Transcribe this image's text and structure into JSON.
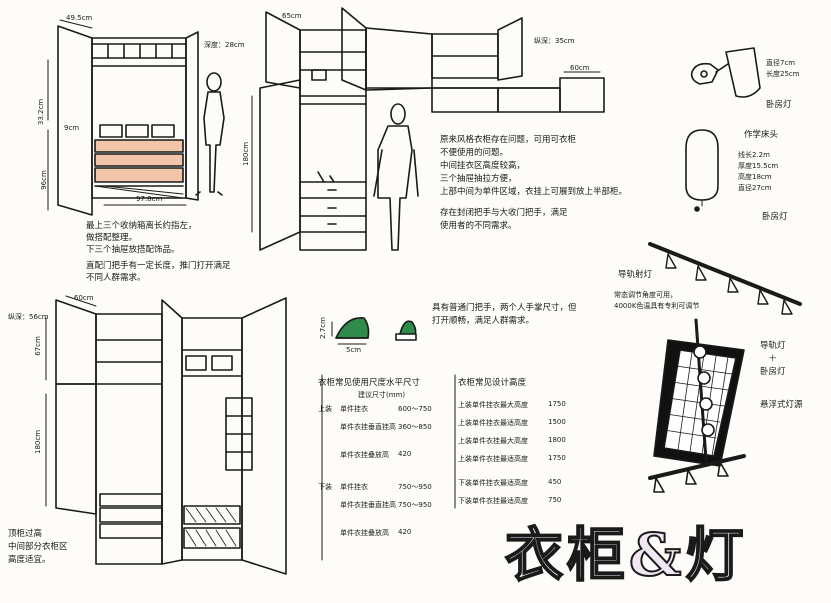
{
  "colors": {
    "ink": "#1a1a1a",
    "peach": "#f2c4a8",
    "green": "#2e8b4a",
    "lilac": "#f1e6f4",
    "paper": "#fdfcf8"
  },
  "wardrobe1": {
    "top_width": "49.5cm",
    "inner_width": "97.8cm",
    "depth": "深度：28cm",
    "dim_a": "33.2cm",
    "dim_b": "9cm",
    "dim_c": "96cm",
    "notes": [
      "最上三个收纳箱离长约指左，",
      "做搭配整理。",
      "下三个抽屉放搭配饰品。",
      "直配门把手有一定长度，推门打开满足",
      "不同人群需求。"
    ]
  },
  "wardrobe2": {
    "top_width": "65cm",
    "right_width": "60cm",
    "depth": "纵深：35cm",
    "height": "180cm",
    "notes": [
      "原来风格衣柜存在问题，可用可衣柜",
      "不便使用的问题。",
      "中间挂衣区高度较高，",
      "三个抽屉抽拉方便，",
      "上部中间为单件区域，衣挂上可展到放上半部柜。",
      "存在封闭把手与大收门把手，满足",
      "使用者的不同需求。"
    ]
  },
  "wardrobe3": {
    "top_width": "60cm",
    "depth": "纵深：56cm",
    "dim_a": "67cm",
    "dim_b": "180cm",
    "notes": [
      "顶柜过高",
      "中间部分衣柜区",
      "高度适宜。"
    ]
  },
  "handle": {
    "width": "5cm",
    "height": "2.7cm",
    "note": "具有普通门把手，两个人手掌尺寸，但打开顺畅，满足人群需求。"
  },
  "lamp1": {
    "specs": [
      "直径7cm",
      "长度25cm"
    ],
    "name": "卧房灯"
  },
  "lamp2": {
    "specs": [
      "线长2.2m",
      "厚度15.5cm",
      "高度18cm",
      "直径27cm"
    ],
    "name": "卧房灯",
    "label": "作学床头"
  },
  "track_lamp": {
    "name": "导轨射灯",
    "notes": [
      "常态调节角度可用，",
      "4000K色温具有专利可调节"
    ]
  },
  "pendant": {
    "labels": [
      "导轨灯",
      "＋",
      "卧房灯"
    ],
    "name": "悬浮式灯源"
  },
  "table1": {
    "title": "衣柜常见使用尺度水平尺寸",
    "sub": "建议尺寸(mm)",
    "rows": [
      {
        "group": "上装",
        "name": "单件挂衣",
        "value": "600～750"
      },
      {
        "group": "",
        "name": "单件衣挂垂直挂高",
        "value": "360～850"
      },
      {
        "group": "",
        "name": "单件衣挂叠放高",
        "value": "420"
      },
      {
        "group": "下装",
        "name": "单件挂衣",
        "value": "750～950"
      },
      {
        "group": "",
        "name": "单件衣挂垂直挂高",
        "value": "750～950"
      },
      {
        "group": "",
        "name": "单件衣挂叠放高",
        "value": "420"
      }
    ]
  },
  "table2": {
    "title": "衣柜常见设计高度",
    "rows": [
      {
        "name": "上装单件挂衣最大高度",
        "value": "1750"
      },
      {
        "name": "上装单件挂衣最适高度",
        "value": "1500"
      },
      {
        "name": "上装单件衣挂最大高度",
        "value": "1800"
      },
      {
        "name": "上装单件衣挂最适高度",
        "value": "1750"
      },
      {
        "name": "下装单件挂衣最适高度",
        "value": "450"
      },
      {
        "name": "下装单件衣挂最适高度",
        "value": "750"
      }
    ]
  },
  "title": "衣柜&灯"
}
